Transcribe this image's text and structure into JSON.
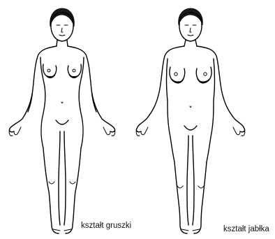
{
  "figures": [
    {
      "id": "pear",
      "caption": "kształt gruszki"
    },
    {
      "id": "apple",
      "caption": "kształt jabłka"
    }
  ]
}
